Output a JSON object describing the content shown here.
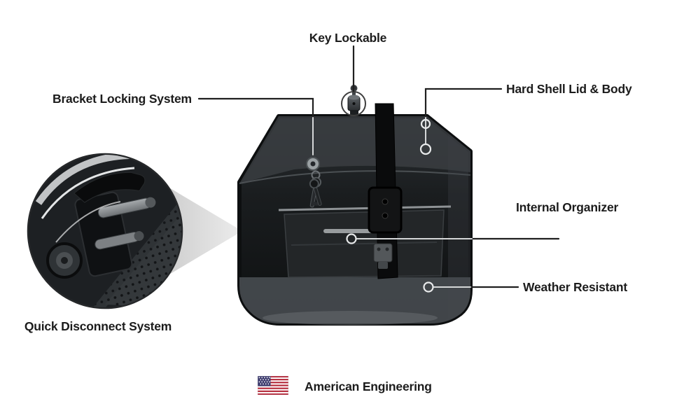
{
  "labels": {
    "key_lockable": "Key Lockable",
    "bracket_locking_system": "Bracket Locking System",
    "hard_shell_lid_body": "Hard Shell Lid & Body",
    "internal_organizer": "Internal Organizer",
    "weather_resistant": "Weather Resistant",
    "quick_disconnect_system": "Quick Disconnect System",
    "american_engineering": "American Engineering"
  },
  "icons": {
    "flag": "us-flag-icon",
    "top_lock": "key-lock-icon",
    "front_keys": "keys-icon",
    "inset": "bracket-detail-inset"
  },
  "colors": {
    "text": "#1c1c1c",
    "callout_line_dark": "#1f1f1f",
    "callout_line_light": "#d5d7d8",
    "bag_dark": "#15181a",
    "bag_lid": "#3a3e42",
    "bag_bottom": "#45494d",
    "cone_gray": "#d9dadb",
    "flag_red": "#b22234",
    "flag_white": "#ffffff",
    "flag_blue": "#3c3b6e"
  }
}
